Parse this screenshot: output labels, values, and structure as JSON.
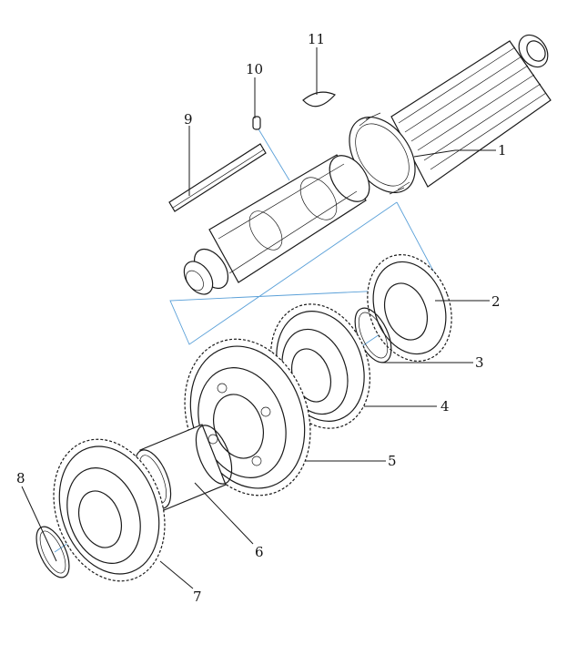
{
  "diagram": {
    "colors": {
      "line": "#1a1a1a",
      "axis": "#5aa0d8",
      "background": "#ffffff"
    },
    "callouts": [
      {
        "id": "1",
        "label": "1"
      },
      {
        "id": "2",
        "label": "2"
      },
      {
        "id": "3",
        "label": "3"
      },
      {
        "id": "4",
        "label": "4"
      },
      {
        "id": "5",
        "label": "5"
      },
      {
        "id": "6",
        "label": "6"
      },
      {
        "id": "7",
        "label": "7"
      },
      {
        "id": "8",
        "label": "8"
      },
      {
        "id": "9",
        "label": "9"
      },
      {
        "id": "10",
        "label": "10"
      },
      {
        "id": "11",
        "label": "11"
      }
    ]
  }
}
